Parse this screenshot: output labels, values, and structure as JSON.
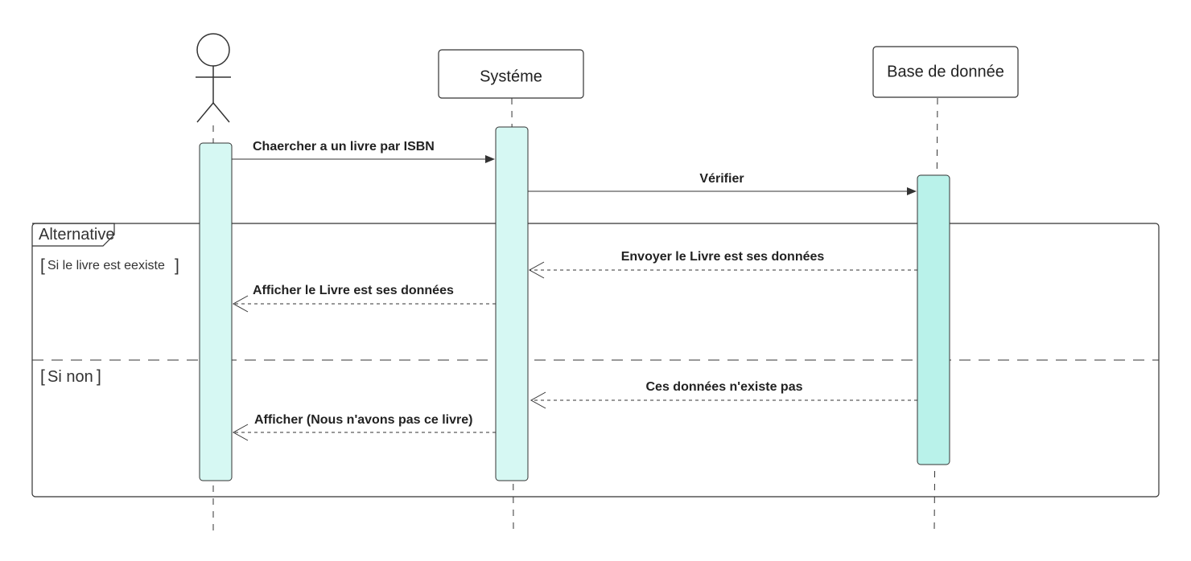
{
  "participants": {
    "system": {
      "label": "Systéme"
    },
    "database": {
      "label": "Base de donnée"
    }
  },
  "messages": {
    "m1": "Chaercher  a un livre par ISBN",
    "m2": "Vérifier",
    "m3": "Envoyer le Livre est ses données",
    "m4": "Afficher le Livre est ses données",
    "m5": "Ces données n'existe pas",
    "m6": "Afficher (Nous n'avons pas ce livre)"
  },
  "frame": {
    "operator": "Alternative",
    "guard1": "Si le livre est eexiste",
    "guard2": "Si non"
  },
  "colors": {
    "activation_fill": "#d6f8f3",
    "activation_fill_db": "#b9f2ea",
    "line": "#333333",
    "box_border": "#333333"
  }
}
